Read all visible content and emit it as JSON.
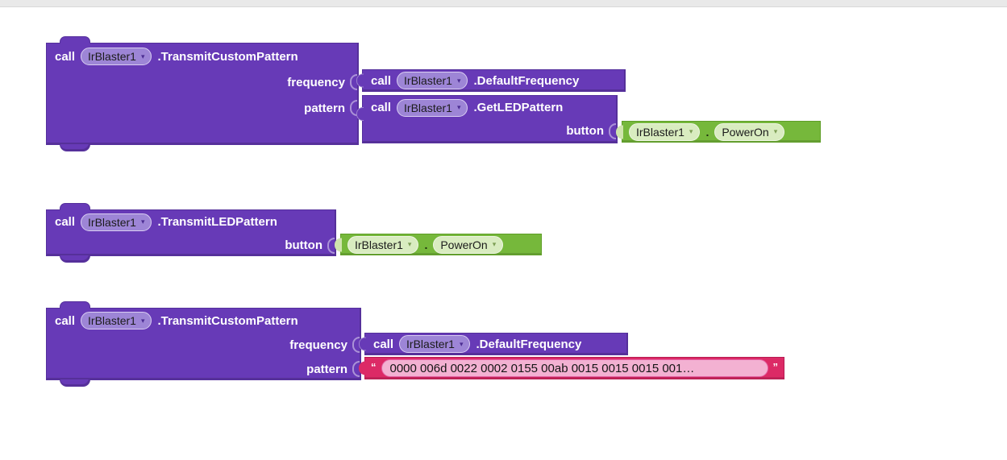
{
  "icons": {
    "dropdown_arrow": "▾"
  },
  "labels": {
    "call": "call",
    "dot": "."
  },
  "colors": {
    "method_purple": "#673ab7",
    "purple_dropdown_fill": "#9d85d6",
    "getter_green": "#76b83b",
    "green_dropdown_fill": "#d9ecc0",
    "string_pink": "#dc2a66",
    "string_field_fill": "#f3b1d2",
    "workspace_background": "#ffffff"
  },
  "block1": {
    "component": "IrBlaster1",
    "method": ".TransmitCustomPattern",
    "params": {
      "frequency": "frequency",
      "pattern": "pattern"
    },
    "frequency_value": {
      "component": "IrBlaster1",
      "method": ".DefaultFrequency"
    },
    "pattern_value": {
      "component": "IrBlaster1",
      "method": ".GetLEDPattern",
      "params": {
        "button": "button"
      },
      "button_value": {
        "component": "IrBlaster1",
        "property": "PowerOn"
      }
    }
  },
  "block2": {
    "component": "IrBlaster1",
    "method": ".TransmitLEDPattern",
    "params": {
      "button": "button"
    },
    "button_value": {
      "component": "IrBlaster1",
      "property": "PowerOn"
    }
  },
  "block3": {
    "component": "IrBlaster1",
    "method": ".TransmitCustomPattern",
    "params": {
      "frequency": "frequency",
      "pattern": "pattern"
    },
    "frequency_value": {
      "component": "IrBlaster1",
      "method": ".DefaultFrequency"
    },
    "pattern_value": {
      "open_quote": "“",
      "close_quote": "”",
      "text": "0000 006d 0022 0002 0155 00ab 0015 0015 0015 001…"
    }
  }
}
